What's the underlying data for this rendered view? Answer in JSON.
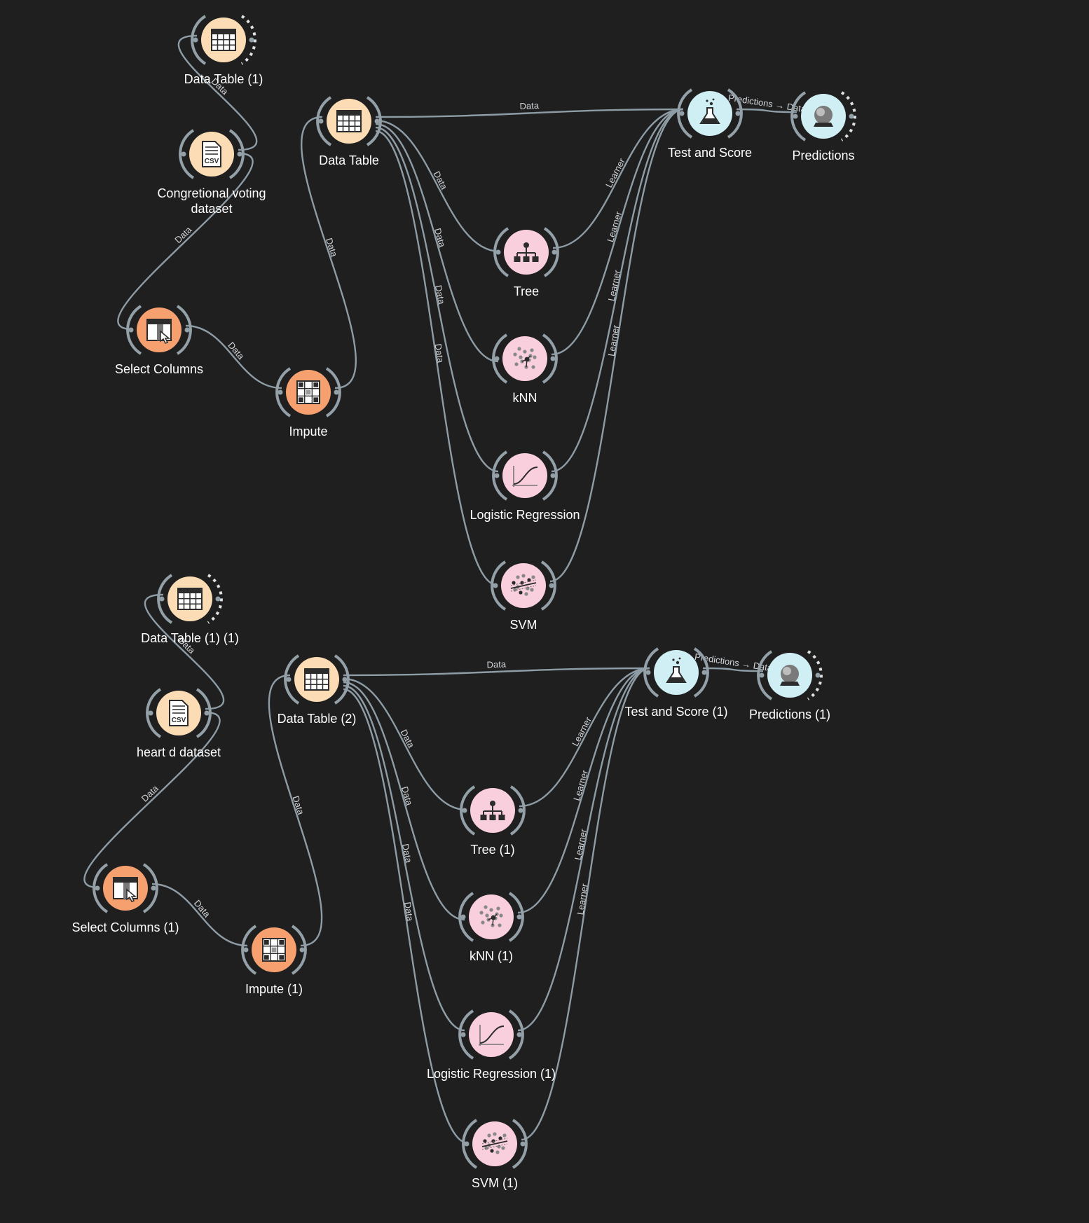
{
  "colors": {
    "background": "#1f1f1f",
    "data_fill": "#fbdcb4",
    "transform_fill": "#f6a070",
    "model_fill": "#f9cfdd",
    "eval_fill": "#cfeff4",
    "link": "#8e9ca6"
  },
  "nodes": [
    {
      "id": "dt1",
      "label": "Data Table (1)",
      "icon": "table-icon",
      "kind": "data",
      "dashed": true
    },
    {
      "id": "csv1",
      "label": "Congretional voting",
      "label2": "dataset",
      "icon": "csv-file-icon",
      "kind": "data"
    },
    {
      "id": "sel1",
      "label": "Select Columns",
      "icon": "select-columns-icon",
      "kind": "transform"
    },
    {
      "id": "imp1",
      "label": "Impute",
      "icon": "impute-icon",
      "kind": "transform"
    },
    {
      "id": "dt0",
      "label": "Data Table",
      "icon": "table-icon",
      "kind": "data"
    },
    {
      "id": "tree1",
      "label": "Tree",
      "icon": "tree-icon",
      "kind": "model"
    },
    {
      "id": "knn1",
      "label": "kNN",
      "icon": "knn-icon",
      "kind": "model"
    },
    {
      "id": "lr1",
      "label": "Logistic Regression",
      "icon": "logistic-curve-icon",
      "kind": "model"
    },
    {
      "id": "svm1",
      "label": "SVM",
      "icon": "svm-icon",
      "kind": "model"
    },
    {
      "id": "ts1",
      "label": "Test and Score",
      "icon": "flask-icon",
      "kind": "eval"
    },
    {
      "id": "pr1",
      "label": "Predictions",
      "icon": "crystal-ball-icon",
      "kind": "eval",
      "dashed": true
    },
    {
      "id": "dt11",
      "label": "Data Table (1) (1)",
      "icon": "table-icon",
      "kind": "data",
      "dashed": true
    },
    {
      "id": "csv2",
      "label": "heart d dataset",
      "icon": "csv-file-icon",
      "kind": "data"
    },
    {
      "id": "sel2",
      "label": "Select Columns (1)",
      "icon": "select-columns-icon",
      "kind": "transform"
    },
    {
      "id": "imp2",
      "label": "Impute (1)",
      "icon": "impute-icon",
      "kind": "transform"
    },
    {
      "id": "dt2",
      "label": "Data Table (2)",
      "icon": "table-icon",
      "kind": "data"
    },
    {
      "id": "tree2",
      "label": "Tree (1)",
      "icon": "tree-icon",
      "kind": "model"
    },
    {
      "id": "knn2",
      "label": "kNN (1)",
      "icon": "knn-icon",
      "kind": "model"
    },
    {
      "id": "lr2",
      "label": "Logistic Regression (1)",
      "icon": "logistic-curve-icon",
      "kind": "model"
    },
    {
      "id": "svm2",
      "label": "SVM (1)",
      "icon": "svm-icon",
      "kind": "model"
    },
    {
      "id": "ts2",
      "label": "Test and Score (1)",
      "icon": "flask-icon",
      "kind": "eval"
    },
    {
      "id": "pr2",
      "label": "Predictions (1)",
      "icon": "crystal-ball-icon",
      "kind": "eval",
      "dashed": true
    }
  ],
  "links": [
    {
      "from": "csv1",
      "to": "dt1",
      "label": "Data"
    },
    {
      "from": "csv1",
      "to": "sel1",
      "label": "Data"
    },
    {
      "from": "sel1",
      "to": "imp1",
      "label": "Data"
    },
    {
      "from": "imp1",
      "to": "dt0",
      "label": "Data"
    },
    {
      "from": "dt0",
      "to": "ts1",
      "label": "Data"
    },
    {
      "from": "dt0",
      "to": "tree1",
      "label": "Data"
    },
    {
      "from": "dt0",
      "to": "knn1",
      "label": "Data"
    },
    {
      "from": "dt0",
      "to": "lr1",
      "label": "Data"
    },
    {
      "from": "dt0",
      "to": "svm1",
      "label": "Data"
    },
    {
      "from": "tree1",
      "to": "ts1",
      "label": "Learner"
    },
    {
      "from": "knn1",
      "to": "ts1",
      "label": "Learner"
    },
    {
      "from": "lr1",
      "to": "ts1",
      "label": "Learner"
    },
    {
      "from": "svm1",
      "to": "ts1",
      "label": "Learner"
    },
    {
      "from": "ts1",
      "to": "pr1",
      "label": "Predictions → Data"
    },
    {
      "from": "csv2",
      "to": "dt11",
      "label": "Data"
    },
    {
      "from": "csv2",
      "to": "sel2",
      "label": "Data"
    },
    {
      "from": "sel2",
      "to": "imp2",
      "label": "Data"
    },
    {
      "from": "imp2",
      "to": "dt2",
      "label": "Data"
    },
    {
      "from": "dt2",
      "to": "ts2",
      "label": "Data"
    },
    {
      "from": "dt2",
      "to": "tree2",
      "label": "Data"
    },
    {
      "from": "dt2",
      "to": "knn2",
      "label": "Data"
    },
    {
      "from": "dt2",
      "to": "lr2",
      "label": "Data"
    },
    {
      "from": "dt2",
      "to": "svm2",
      "label": "Data"
    },
    {
      "from": "tree2",
      "to": "ts2",
      "label": "Learner"
    },
    {
      "from": "knn2",
      "to": "ts2",
      "label": "Learner"
    },
    {
      "from": "lr2",
      "to": "ts2",
      "label": "Learner"
    },
    {
      "from": "svm2",
      "to": "ts2",
      "label": "Learner"
    },
    {
      "from": "ts2",
      "to": "pr2",
      "label": "Predictions → Data"
    }
  ]
}
